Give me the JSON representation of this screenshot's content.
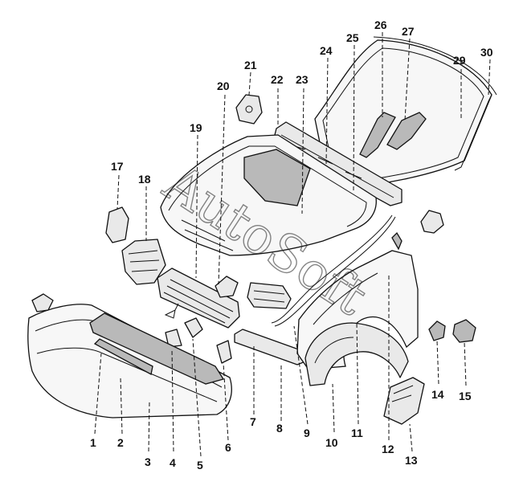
{
  "watermark_text": "AutoSoft",
  "callouts": [
    {
      "id": "1",
      "label": "1"
    },
    {
      "id": "2",
      "label": "2"
    },
    {
      "id": "3",
      "label": "3"
    },
    {
      "id": "4",
      "label": "4"
    },
    {
      "id": "5",
      "label": "5"
    },
    {
      "id": "6",
      "label": "6"
    },
    {
      "id": "7",
      "label": "7"
    },
    {
      "id": "8",
      "label": "8"
    },
    {
      "id": "9",
      "label": "9"
    },
    {
      "id": "10",
      "label": "10"
    },
    {
      "id": "11",
      "label": "11"
    },
    {
      "id": "12",
      "label": "12"
    },
    {
      "id": "13",
      "label": "13"
    },
    {
      "id": "14",
      "label": "14"
    },
    {
      "id": "15",
      "label": "15"
    },
    {
      "id": "17",
      "label": "17"
    },
    {
      "id": "18",
      "label": "18"
    },
    {
      "id": "19",
      "label": "19"
    },
    {
      "id": "20",
      "label": "20"
    },
    {
      "id": "21",
      "label": "21"
    },
    {
      "id": "22",
      "label": "22"
    },
    {
      "id": "23",
      "label": "23"
    },
    {
      "id": "24",
      "label": "24"
    },
    {
      "id": "25",
      "label": "25"
    },
    {
      "id": "26",
      "label": "26"
    },
    {
      "id": "27",
      "label": "27"
    },
    {
      "id": "29",
      "label": "29"
    },
    {
      "id": "30",
      "label": "30"
    }
  ]
}
